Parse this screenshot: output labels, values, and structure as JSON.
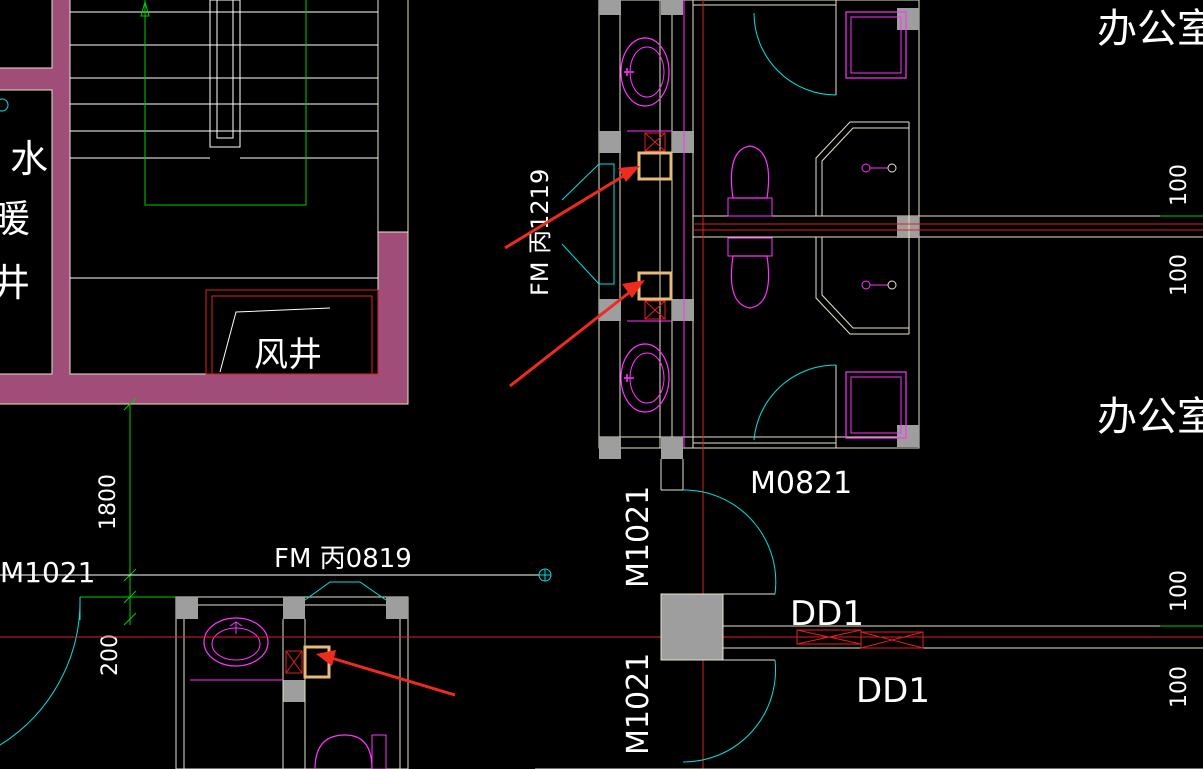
{
  "drawing": {
    "room_labels": {
      "office_top": "办公室",
      "office_mid": "办公室",
      "air_shaft": "风井",
      "water_heating_shaft": [
        "水",
        "暖",
        "井"
      ]
    },
    "door_labels": {
      "fm_1219": "FM 丙1219",
      "fm_0819": "FM 丙0819",
      "m0821": "M0821",
      "m1021_left": "M1021",
      "m1021_right_upper": "M1021",
      "m1021_right_lower": "M1021",
      "dd1_upper": "DD1",
      "dd1_lower": "DD1"
    },
    "dimensions": {
      "vertical_1800": "1800",
      "vertical_200": "200",
      "right_1": "100",
      "right_2": "100",
      "right_3": "100",
      "right_4": "100"
    },
    "colors": {
      "background": "#000000",
      "wall_fill": "#a04e79",
      "line_white": "#ffffff",
      "line_beige": "#e8e3c7",
      "line_magenta": "#ff33ff",
      "line_cyan": "#00e1e1",
      "line_green": "#00cc00",
      "line_red": "#e02020",
      "column_gray": "#9e9e9e",
      "fire_valve_tan": "#e6bb77",
      "arrow_red": "#ee2b1d"
    },
    "annotations": {
      "arrow_count": 3
    }
  }
}
